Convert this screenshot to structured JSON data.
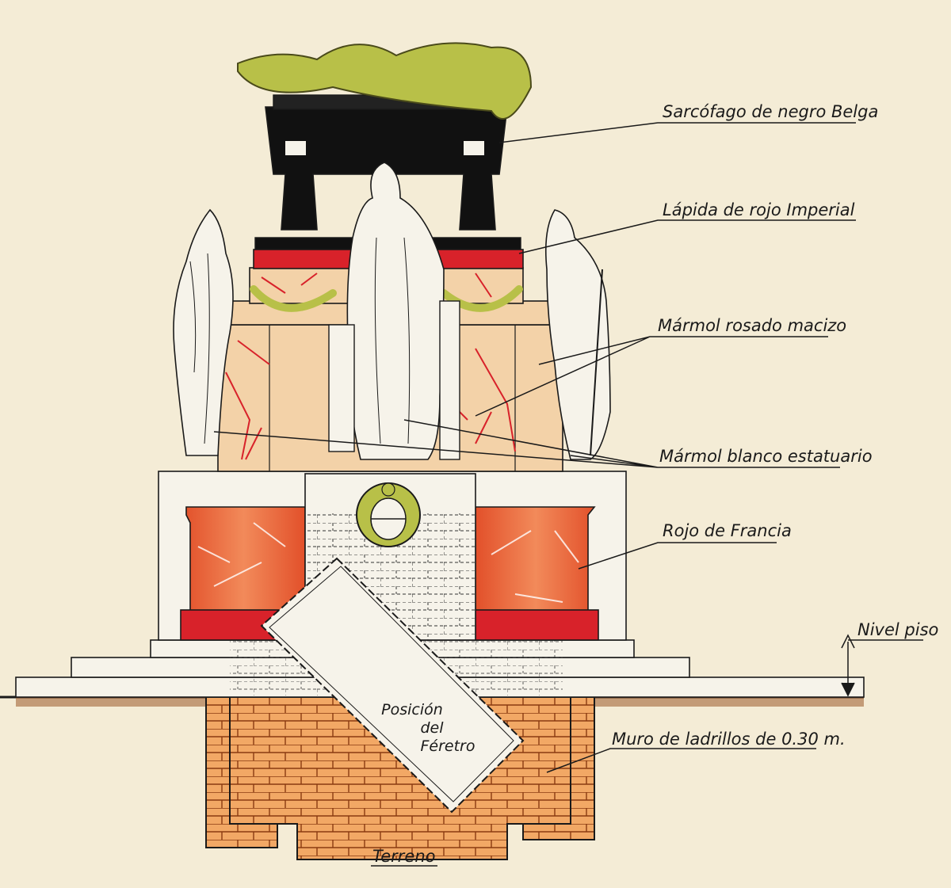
{
  "labels": {
    "sarcofago": "Sarcófago de negro Belga",
    "lapida": "Lápida de rojo Imperial",
    "marmol_rosado": "Mármol rosado macizo",
    "marmol_blanco": "Mármol blanco estatuario",
    "rojo_francia": "Rojo de Francia",
    "nivel_piso": "Nivel piso",
    "muro": "Muro de ladrillos de 0.30 m.",
    "terreno": "Terreno",
    "feretro_line1": "Posición",
    "feretro_line2": "del",
    "feretro_line3": "Féretro"
  },
  "colors": {
    "paper": "#f4ecd6",
    "black_belga": "#111111",
    "rojo_imperial": "#d8222a",
    "rosado": "#f3d2a8",
    "rojo_francia": "#e8643c",
    "brick": "#f0a060",
    "bronze": "#b8c048",
    "white_marble": "#f6f3ea",
    "ink": "#1a1a1a"
  }
}
